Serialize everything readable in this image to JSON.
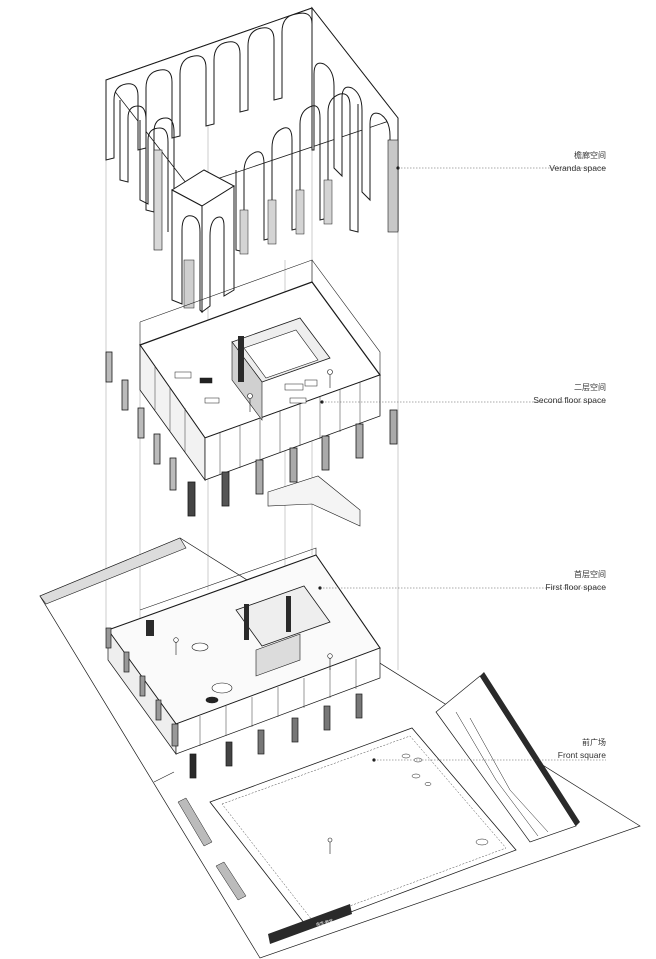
{
  "labels": {
    "veranda": {
      "zh": "檐廊空间",
      "en": "Veranda space"
    },
    "second_floor": {
      "zh": "二层空间",
      "en": "Second floor space"
    },
    "first_floor": {
      "zh": "首层空间",
      "en": "First floor space"
    },
    "front_square": {
      "zh": "前广场",
      "en": "Front square"
    }
  },
  "sign": {
    "text": "南京·教堂"
  },
  "colors": {
    "line": "#1a1a1a",
    "fill_gray": "#c8c8c8",
    "dark": "#2a2a2a",
    "leader": "#555555"
  }
}
